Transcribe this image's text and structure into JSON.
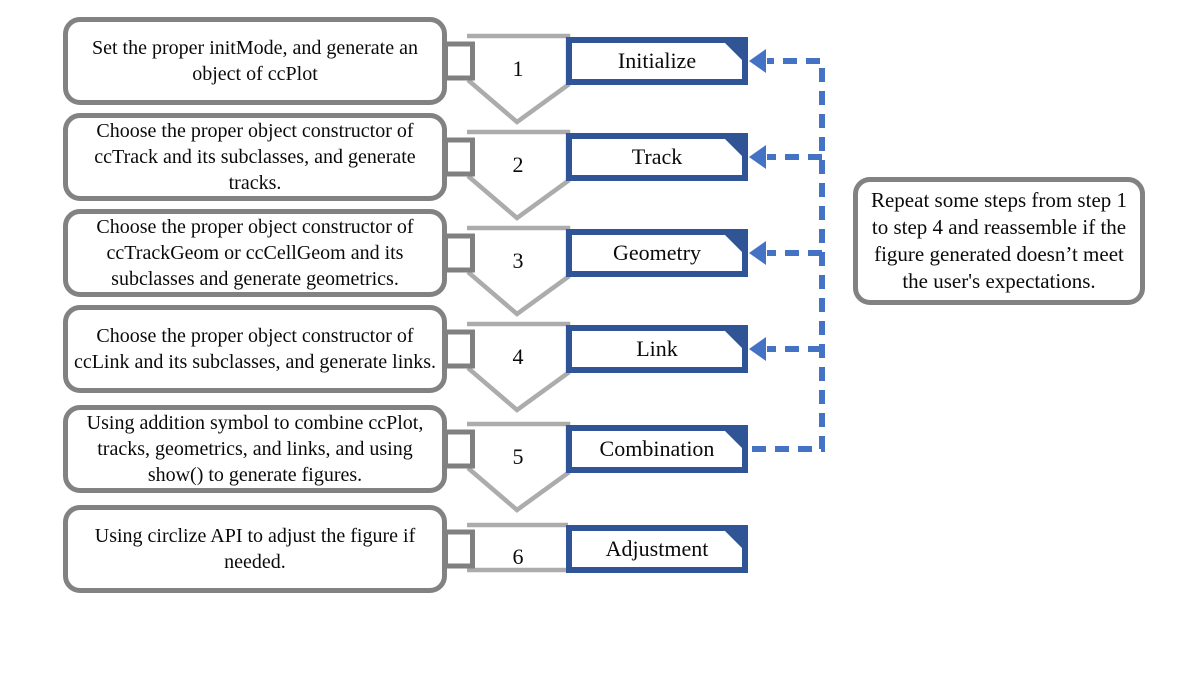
{
  "diagram": {
    "steps": [
      {
        "number": "1",
        "label": "Initialize",
        "description": "Set the proper initMode, and generate an object of ccPlot"
      },
      {
        "number": "2",
        "label": "Track",
        "description": "Choose the proper object constructor of ccTrack and its subclasses, and generate tracks."
      },
      {
        "number": "3",
        "label": "Geometry",
        "description": "Choose the proper object constructor of ccTrackGeom or ccCellGeom and its subclasses and generate geometrics."
      },
      {
        "number": "4",
        "label": "Link",
        "description": "Choose the proper object constructor of ccLink and its subclasses, and generate links."
      },
      {
        "number": "5",
        "label": "Combination",
        "description": "Using addition symbol to combine ccPlot, tracks, geometrics, and links, and using show() to generate figures."
      },
      {
        "number": "6",
        "label": "Adjustment",
        "description": "Using circlize API to adjust the figure if needed."
      }
    ],
    "note": "Repeat some steps from step 1 to step 4 and reassemble if the figure generated doesn’t meet the user's expectations.",
    "colors": {
      "accent_blue_dark": "#2F5597",
      "accent_blue": "#4472C4",
      "gray_border": "#828282",
      "gray_connector": "#ACACAC"
    }
  }
}
